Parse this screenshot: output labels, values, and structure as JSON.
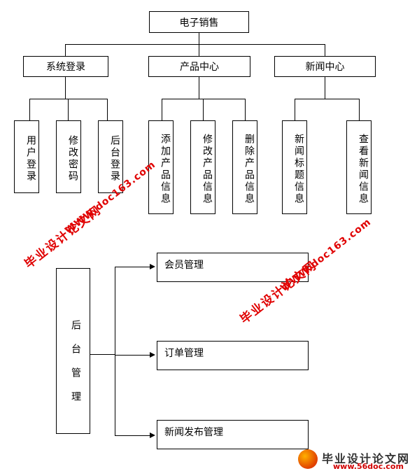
{
  "root": "电子销售",
  "categories": [
    {
      "label": "系统登录",
      "children": [
        "用户登录",
        "修改密码",
        "后台登录"
      ]
    },
    {
      "label": "产品中心",
      "children": [
        "添加产品信息",
        "修改产品信息",
        "删除产品信息"
      ]
    },
    {
      "label": "新闻中心",
      "children": [
        "新闻标题信息",
        "查看新闻信息"
      ]
    }
  ],
  "backend": {
    "label": "后台管理",
    "targets": [
      "会员管理",
      "订单管理",
      "新闻发布管理"
    ]
  },
  "watermarks": {
    "left_cn": "毕业设计论文网",
    "left_url": "WWW.doc163.com",
    "right_cn": "毕业设计论文网",
    "right_url": "WWW.doc163.com"
  },
  "logo": {
    "cn": "毕业设计论文网",
    "url": "www.56doc.com"
  },
  "colors": {
    "watermark": "#e00000",
    "line": "#000000"
  }
}
